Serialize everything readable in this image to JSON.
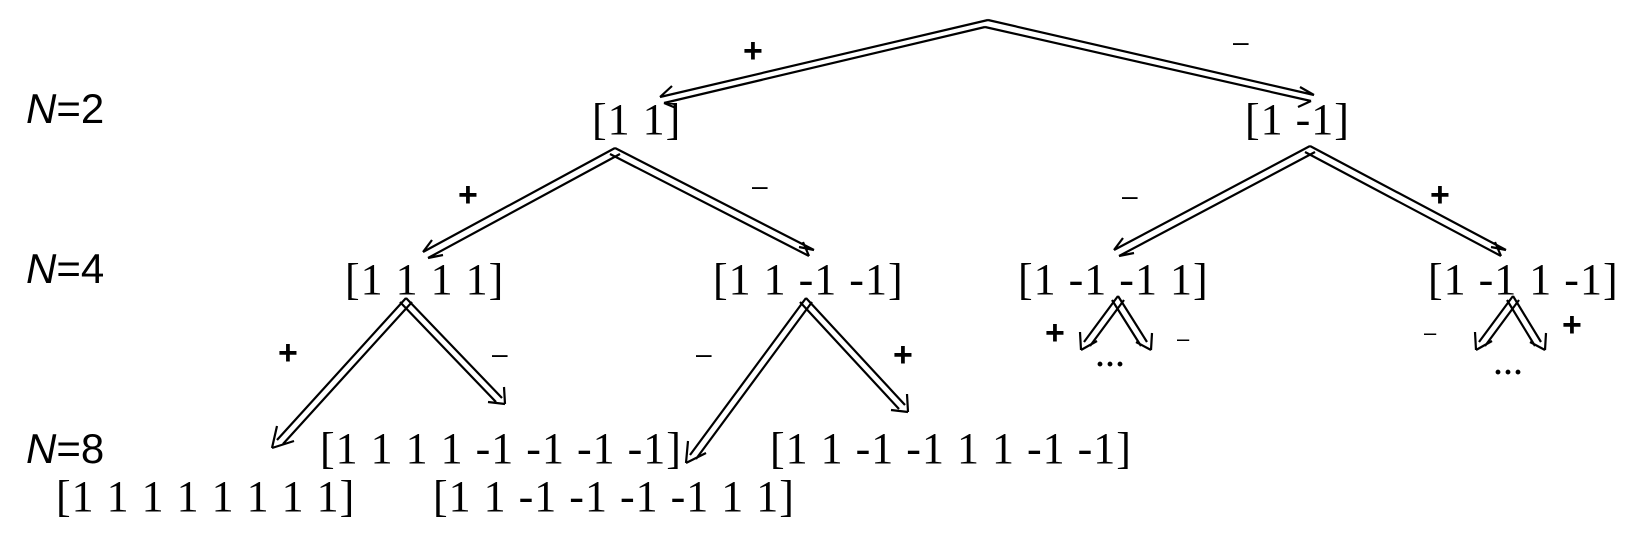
{
  "levels": {
    "n2": {
      "var": "N",
      "rest": "=2"
    },
    "n4": {
      "var": "N",
      "rest": "=4"
    },
    "n8": {
      "var": "N",
      "rest": "=8"
    }
  },
  "vectors": {
    "n2_plus": "[1 1]",
    "n2_minus": "[1 -1]",
    "n4_pp": "[1 1 1 1]",
    "n4_pm": "[1 1 -1 -1]",
    "n4_mm": "[1 -1 -1 1]",
    "n4_mp": "[1 -1 1 -1]",
    "n8_ppp": "[1 1 1 1 1 1 1 1]",
    "n8_ppm": "[1 1 1 1 -1 -1 -1 -1]",
    "n8_pmm": "[1 1 -1 -1 -1 -1 1 1]",
    "n8_pmp": "[1 1 -1 -1 1 1 -1 -1]"
  },
  "signs": {
    "plus": "+",
    "minus": "–"
  },
  "ellipsis": "···"
}
